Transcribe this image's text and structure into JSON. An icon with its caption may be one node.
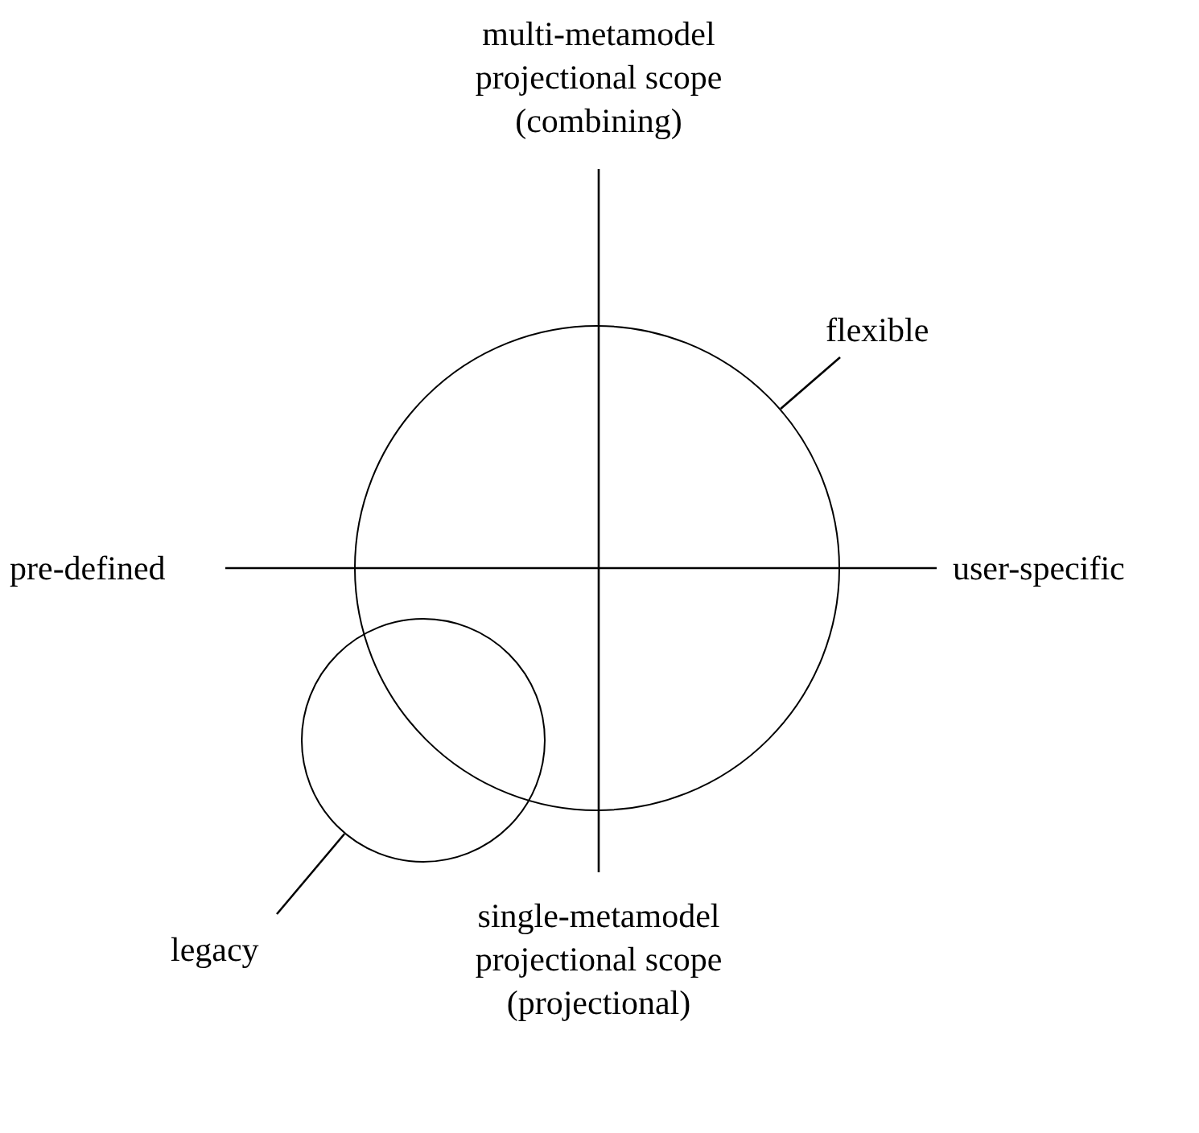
{
  "diagram": {
    "nodes": [
      {
        "text": [
          "flexible"
        ]
      },
      {
        "text": [],
        "shape": "circle"
      },
      {
        "text": [],
        "shape": "circle"
      },
      {
        "text": [
          "legacy"
        ]
      }
    ],
    "edges": [
      {
        "from": 0,
        "to": 1,
        "arrow": "none"
      },
      {
        "from": 3,
        "to": 2,
        "arrow": "none"
      }
    ],
    "labels": [
      "multi-metamodel projectional scope (combining)",
      "pre-defined",
      "user-specific",
      "single-metamodel projectional scope (projectional)"
    ]
  }
}
